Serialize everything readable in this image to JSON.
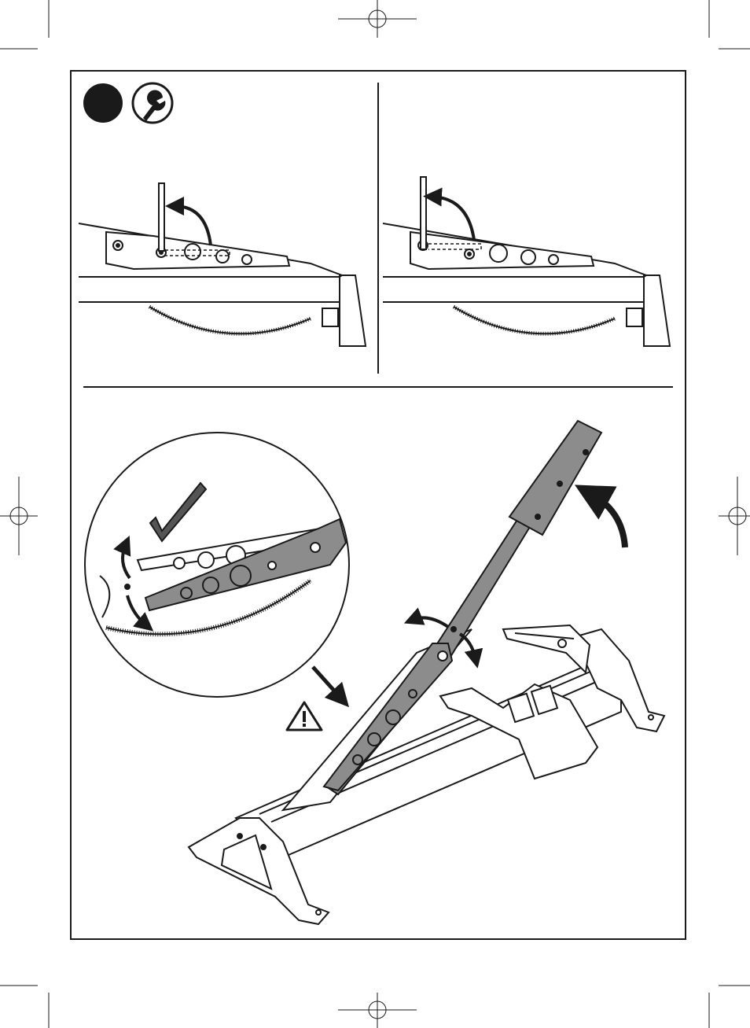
{
  "colors": {
    "ink": "#1a1a1a",
    "part_fill": "#8c8c8c",
    "paper": "#ffffff",
    "hatch": "#cfcfcf"
  },
  "icons": {
    "step_badge": "filled-black-circle",
    "tool_badge": "wrench-icon",
    "warning": "warning-triangle-icon",
    "ok": "checkmark-icon"
  },
  "panels": {
    "top_left": "before-adjustment",
    "top_right": "after-adjustment",
    "bottom": "assembled-cutter-with-magnified-detail"
  }
}
